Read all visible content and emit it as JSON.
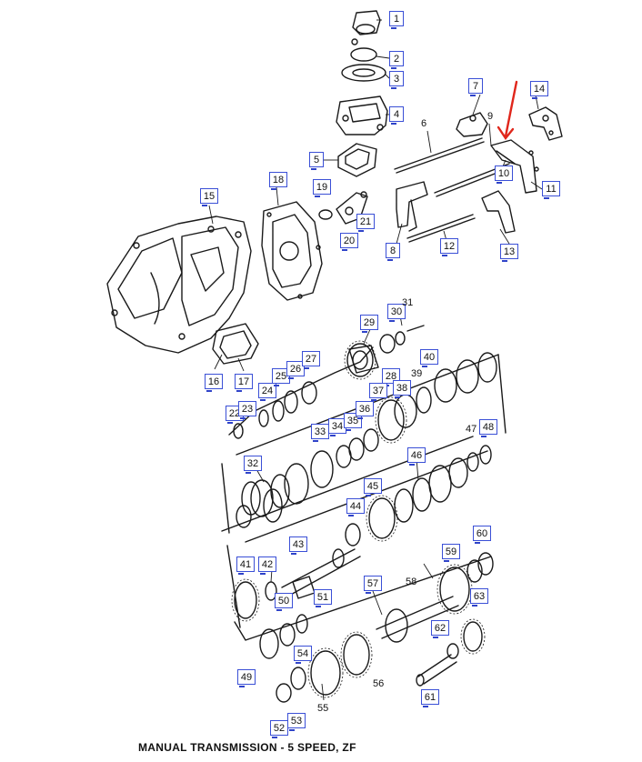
{
  "caption": "MANUAL TRANSMISSION - 5 SPEED, ZF",
  "callouts": [
    "1",
    "2",
    "3",
    "4",
    "5",
    "6",
    "7",
    "8",
    "9",
    "10",
    "11",
    "12",
    "13",
    "14",
    "15",
    "16",
    "17",
    "18",
    "19",
    "20",
    "21",
    "22",
    "23",
    "24",
    "25",
    "26",
    "27",
    "28",
    "29",
    "30",
    "31",
    "32",
    "33",
    "34",
    "35",
    "36",
    "37",
    "38",
    "39",
    "40",
    "41",
    "42",
    "43",
    "44",
    "45",
    "46",
    "47",
    "48",
    "49",
    "50",
    "51",
    "52",
    "53",
    "54",
    "55",
    "56",
    "57",
    "58",
    "59",
    "60",
    "61",
    "62",
    "63"
  ],
  "annotation_color": "#e0261b",
  "callout_border_color": "#3a4fd6"
}
